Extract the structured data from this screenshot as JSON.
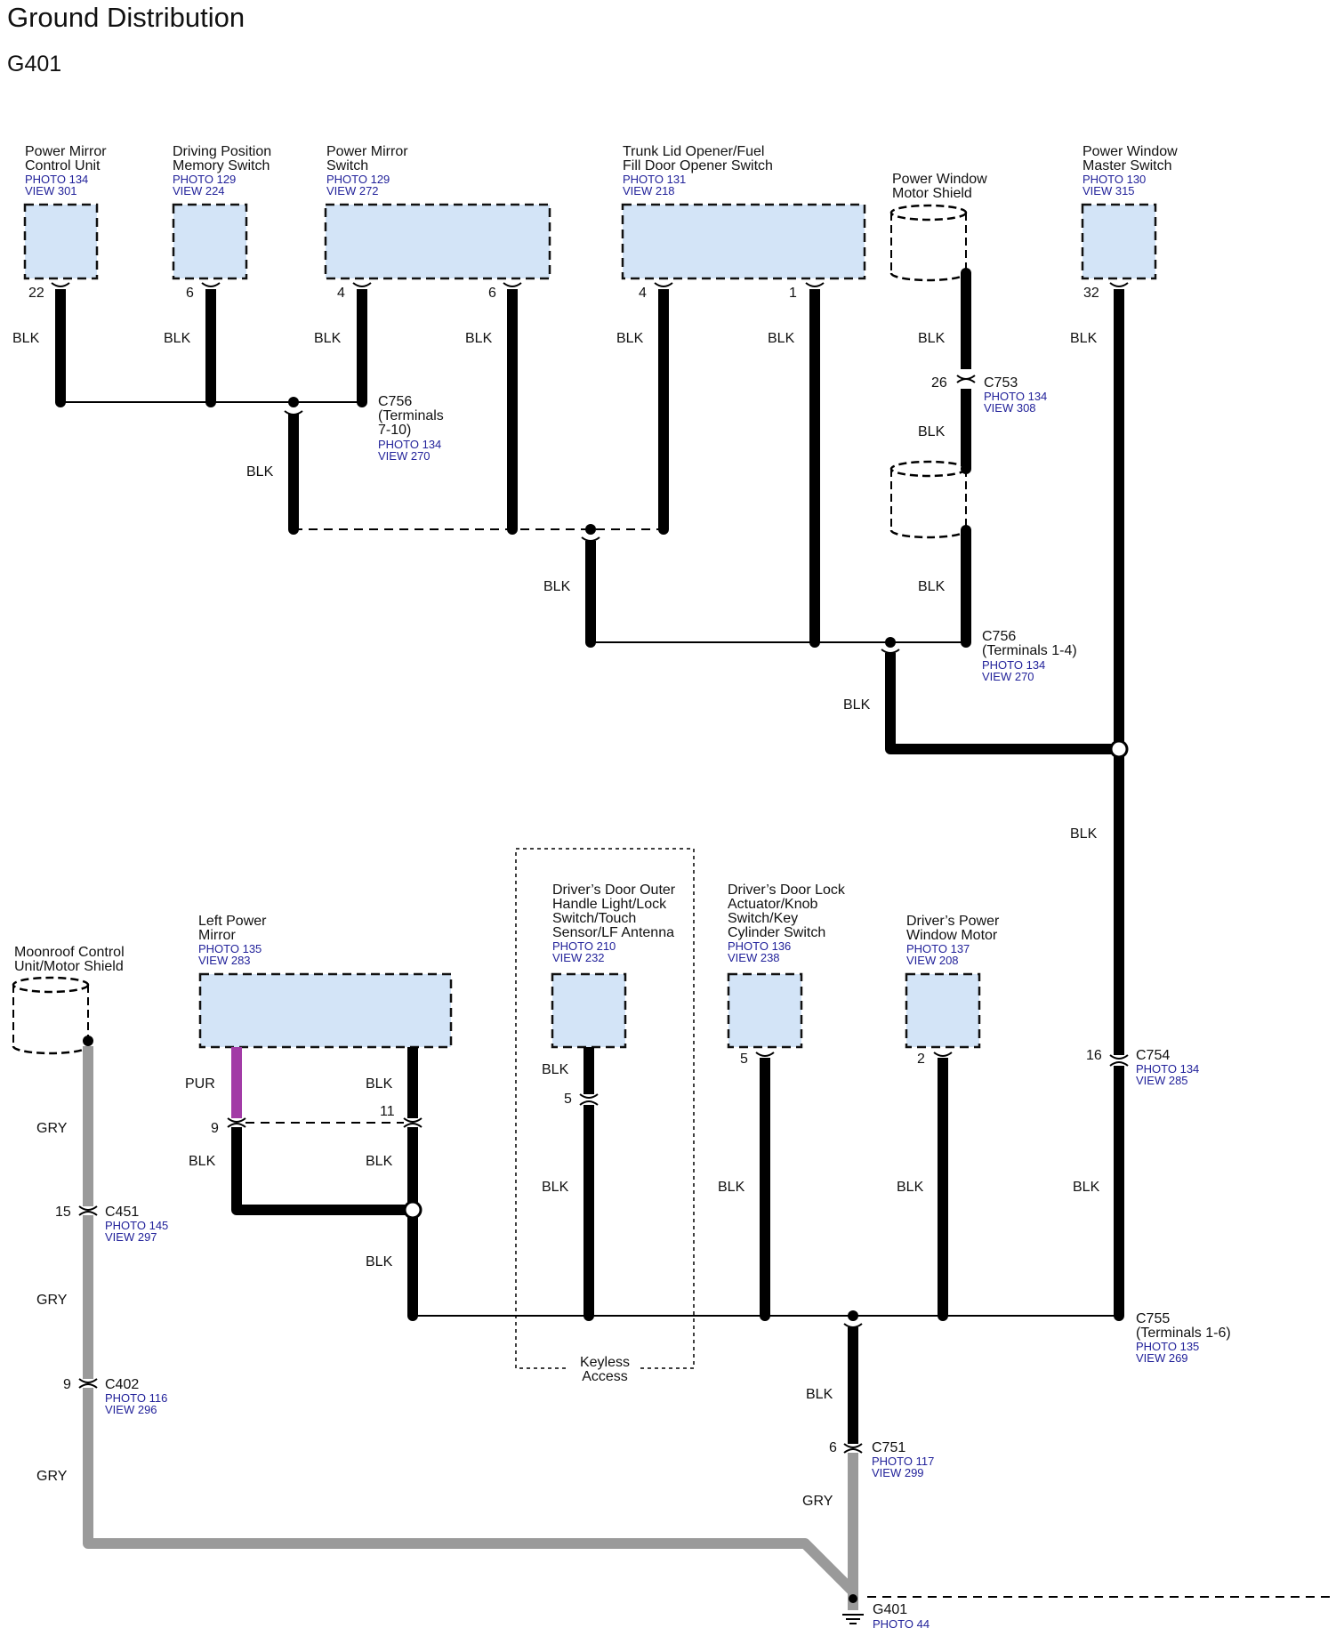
{
  "header": {
    "title": "Ground Distribution",
    "subtitle": "G401"
  },
  "components": {
    "pmcu": {
      "l1": "Power Mirror",
      "l2": "Control Unit",
      "photo": "PHOTO 134",
      "view": "VIEW 301"
    },
    "dpms": {
      "l1": "Driving Position",
      "l2": "Memory Switch",
      "photo": "PHOTO 129",
      "view": "VIEW 224"
    },
    "pms": {
      "l1": "Power Mirror",
      "l2": "Switch",
      "photo": "PHOTO 129",
      "view": "VIEW 272"
    },
    "trunk": {
      "l1": "Trunk Lid Opener/Fuel",
      "l2": "Fill Door Opener Switch",
      "photo": "PHOTO 131",
      "view": "VIEW 218"
    },
    "pwshield": {
      "l1": "Power Window",
      "l2": "Motor Shield"
    },
    "pwms": {
      "l1": "Power Window",
      "l2": "Master Switch",
      "photo": "PHOTO 130",
      "view": "VIEW 315"
    },
    "moonroof": {
      "l1": "Moonroof Control",
      "l2": "Unit/Motor Shield"
    },
    "lpm": {
      "l1": "Left Power",
      "l2": "Mirror",
      "photo": "PHOTO 135",
      "view": "VIEW 283"
    },
    "ddo": {
      "l1": "Driver’s Door Outer",
      "l2": "Handle Light/Lock",
      "l3": "Switch/Touch",
      "l4": "Sensor/LF Antenna",
      "photo": "PHOTO 210",
      "view": "VIEW 232"
    },
    "ddl": {
      "l1": "Driver’s Door Lock",
      "l2": "Actuator/Knob",
      "l3": "Switch/Key",
      "l4": "Cylinder Switch",
      "photo": "PHOTO 136",
      "view": "VIEW 238"
    },
    "dpwm": {
      "l1": "Driver’s Power",
      "l2": "Window Motor",
      "photo": "PHOTO 137",
      "view": "VIEW 208"
    },
    "keyless": {
      "l1": "Keyless",
      "l2": "Access"
    }
  },
  "connectors": {
    "c756a": {
      "id": "C756",
      "l2": "(Terminals",
      "l3": "7-10)",
      "photo": "PHOTO 134",
      "view": "VIEW 270"
    },
    "c753": {
      "id": "C753",
      "photo": "PHOTO 134",
      "view": "VIEW 308"
    },
    "c756b": {
      "id": "C756",
      "l2": "(Terminals 1-4)",
      "photo": "PHOTO 134",
      "view": "VIEW 270"
    },
    "c754": {
      "id": "C754",
      "photo": "PHOTO 134",
      "view": "VIEW 285"
    },
    "c451": {
      "id": "C451",
      "photo": "PHOTO 145",
      "view": "VIEW 297"
    },
    "c402": {
      "id": "C402",
      "photo": "PHOTO 116",
      "view": "VIEW 296"
    },
    "c755": {
      "id": "C755",
      "l2": "(Terminals 1-6)",
      "photo": "PHOTO 135",
      "view": "VIEW 269"
    },
    "c751": {
      "id": "C751",
      "photo": "PHOTO 117",
      "view": "VIEW 299"
    },
    "g401": {
      "id": "G401",
      "photo": "PHOTO 44"
    }
  },
  "pins": {
    "p22": "22",
    "p6a": "6",
    "p4a": "4",
    "p6b": "6",
    "p4b": "4",
    "p1": "1",
    "p32": "32",
    "p26": "26",
    "p16": "16",
    "p9a": "9",
    "p11": "11",
    "p5a": "5",
    "p5b": "5",
    "p2": "2",
    "p15": "15",
    "p9b": "9",
    "p6c": "6"
  },
  "wire_colors": {
    "blk": "BLK",
    "gry": "GRY",
    "pur": "PUR"
  },
  "colors": {
    "box_fill": "#d3e4f7",
    "ref_text": "#22229a",
    "grey_wire": "#9a9a9a",
    "purple_wire": "#a23ba6"
  }
}
